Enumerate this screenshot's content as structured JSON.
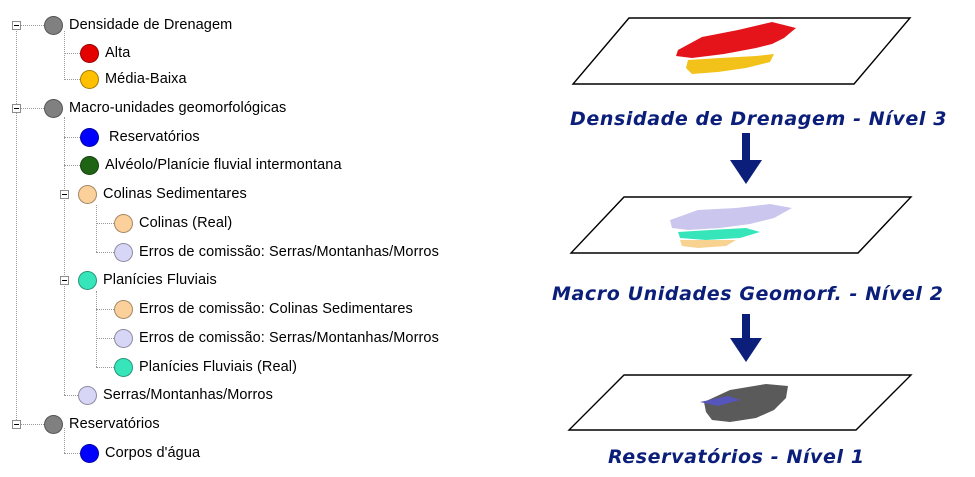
{
  "legend": {
    "drainage": {
      "label": "Densidade de Drenagem",
      "color": "#808080",
      "items": [
        {
          "label": "Alta",
          "color": "#e50000"
        },
        {
          "label": "Média-Baixa",
          "color": "#ffc000"
        }
      ]
    },
    "macro_units": {
      "label": "Macro-unidades geomorfológicas",
      "color": "#808080",
      "items": [
        {
          "label": "Reservatórios",
          "color": "#0000ff"
        },
        {
          "label": "Alvéolo/Planície fluvial intermontana",
          "color": "#1e6414"
        }
      ],
      "colinas": {
        "label": "Colinas Sedimentares",
        "color": "#fbd09a",
        "items": [
          {
            "label": "Colinas (Real)",
            "color": "#fbd09a"
          },
          {
            "label": "Erros de comissão: Serras/Montanhas/Morros",
            "color": "#d8d6f6"
          }
        ]
      },
      "planicies": {
        "label": "Planícies Fluviais",
        "color": "#36e6ba",
        "items": [
          {
            "label": "Erros de comissão: Colinas Sedimentares",
            "color": "#fbd09a"
          },
          {
            "label": "Erros de comissão: Serras/Montanhas/Morros",
            "color": "#d8d6f6"
          },
          {
            "label": "Planícies Fluviais (Real)",
            "color": "#36e6ba"
          }
        ]
      },
      "serras": {
        "label": "Serras/Montanhas/Morros",
        "color": "#d8d6f6"
      }
    },
    "reservoirs": {
      "label": "Reservatórios",
      "color": "#808080",
      "items": [
        {
          "label": "Corpos d'água",
          "color": "#0000ff"
        }
      ]
    }
  },
  "diagram": {
    "levels": [
      {
        "title": "Densidade de Drenagem - Nível 3"
      },
      {
        "title": "Macro Unidades Geomorf. - Nível 2"
      },
      {
        "title": "Reservatórios - Nível 1"
      }
    ],
    "title_color": "#0b1e7a",
    "arrow_color": "#0b1e7a"
  }
}
